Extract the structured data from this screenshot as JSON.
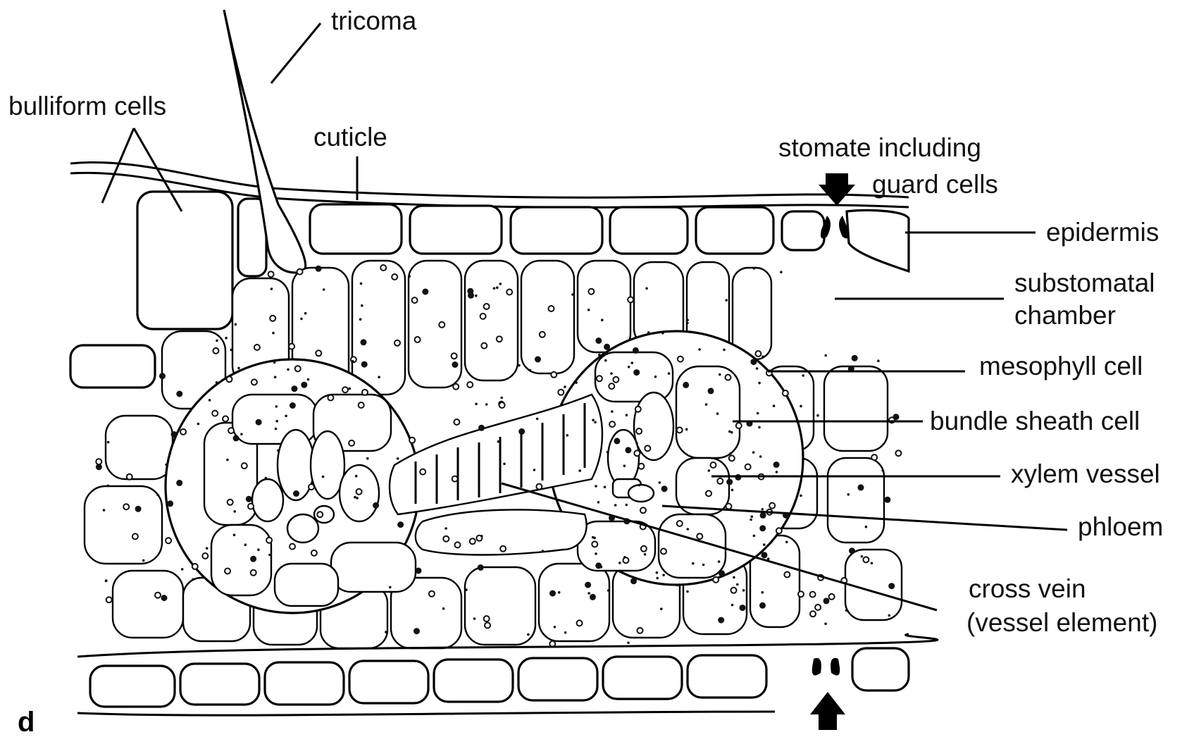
{
  "panel_letter": "d",
  "labels": {
    "tricoma": "tricoma",
    "bulliform": "bulliform cells",
    "cuticle": "cuticle",
    "stomate_line1": "stomate including",
    "stomate_line2": "guard cells",
    "epidermis": "epidermis",
    "substomatal_line1": "substomatal",
    "substomatal_line2": "chamber",
    "mesophyll": "mesophyll cell",
    "bundle_sheath": "bundle sheath cell",
    "xylem": "xylem vessel",
    "phloem": "phloem",
    "cross_vein_line1": "cross vein",
    "cross_vein_line2": "(vessel element)"
  },
  "colors": {
    "ink": "#000000",
    "paper": "#ffffff"
  }
}
